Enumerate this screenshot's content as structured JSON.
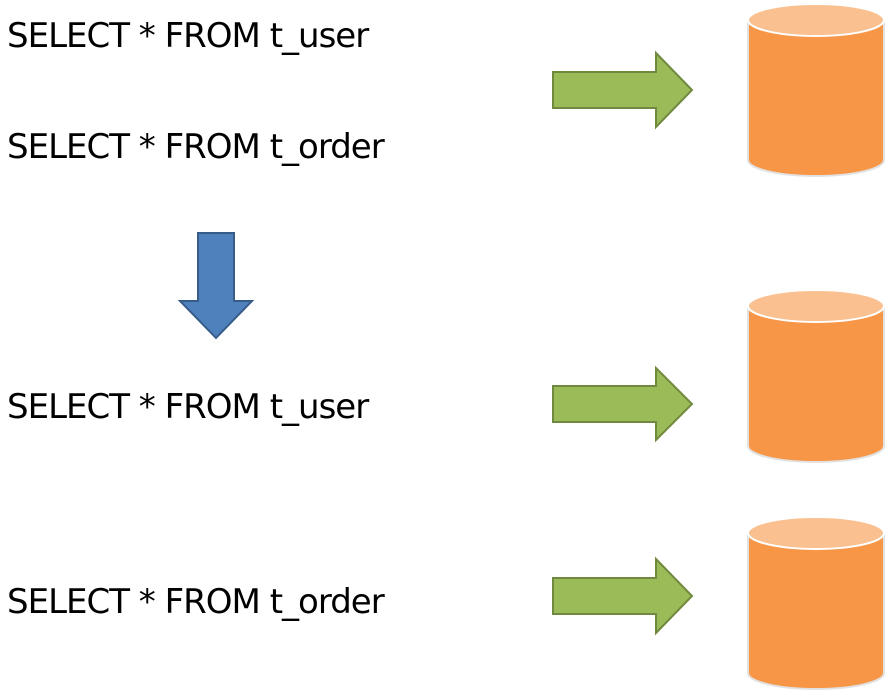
{
  "before": {
    "queries": [
      "SELECT * FROM t_user",
      "SELECT * FROM t_order"
    ]
  },
  "after": {
    "queries": [
      "SELECT * FROM t_user",
      "SELECT * FROM t_order"
    ]
  },
  "colors": {
    "green_arrow_fill": "#9bbb59",
    "green_arrow_stroke": "#71893f",
    "blue_arrow_fill": "#4f81bd",
    "blue_arrow_stroke": "#385d8a",
    "db_body": "#f79646",
    "db_top": "#fac090"
  }
}
